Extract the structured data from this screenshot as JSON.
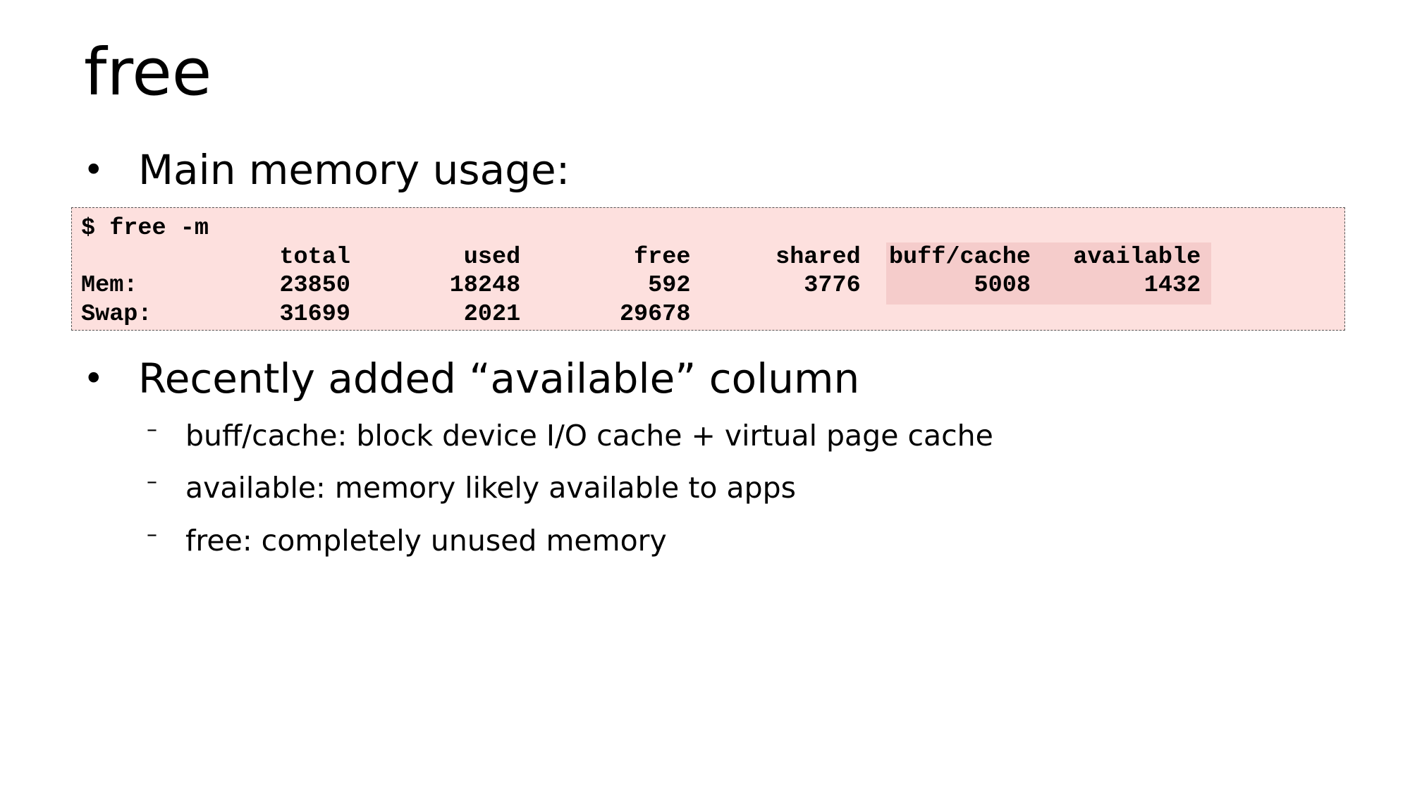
{
  "title": "free",
  "bullets": [
    {
      "text": "Main memory usage:"
    },
    {
      "text": "Recently added “available” column"
    }
  ],
  "bullet_glyph": "•",
  "dash_glyph": "–",
  "code": {
    "command": "$ free -m",
    "headers": [
      "total",
      "used",
      "free",
      "shared",
      "buff/cache",
      "available"
    ],
    "rows": [
      {
        "label": "Mem:",
        "values": [
          "23850",
          "18248",
          "592",
          "3776",
          "5008",
          "1432"
        ]
      },
      {
        "label": "Swap:",
        "values": [
          "31699",
          "2021",
          "29678"
        ]
      }
    ],
    "highlight_color": "#f5cccb",
    "background_color": "#fde0de"
  },
  "sub_items": [
    "buff/cache: block device I/O cache + virtual page cache",
    "available: memory likely available to apps",
    "free: completely unused memory"
  ]
}
